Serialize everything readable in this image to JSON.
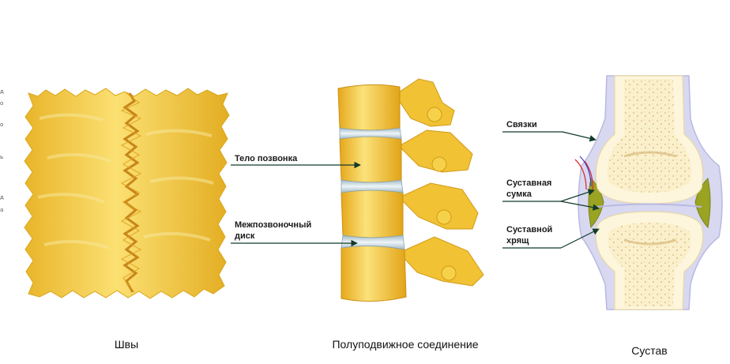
{
  "labels": {
    "vertebral_body": "Тело позвонка",
    "disc_line1": "Межпозвоночный",
    "disc_line2": "диск",
    "ligaments": "Связки",
    "capsule_line1": "Суставная",
    "capsule_line2": "сумка",
    "cartilage_line1": "Суставной",
    "cartilage_line2": "хрящ"
  },
  "captions": {
    "sutures": "Швы",
    "semi_movable": "Полуподвижное соединение",
    "joint": "Сустав"
  },
  "left_edge_fragments": [
    "д",
    "о",
    "о",
    "ь",
    "д",
    "а"
  ],
  "colors": {
    "bone": "#f3cf3a",
    "bone_dark": "#d9a51a",
    "bone_light": "#fde98c",
    "disc": "#cfe0e8",
    "joint_capsule": "#d8d8f0",
    "joint_capsule_edge": "#b9b9e2",
    "spongy_bone": "#fbf0cc",
    "spongy_dots": "#e2c590",
    "cartilage_fluid": "#9aa322",
    "leader": "#123a2a",
    "vessel_red": "#d9262c",
    "vessel_blue": "#3a3ac8"
  }
}
